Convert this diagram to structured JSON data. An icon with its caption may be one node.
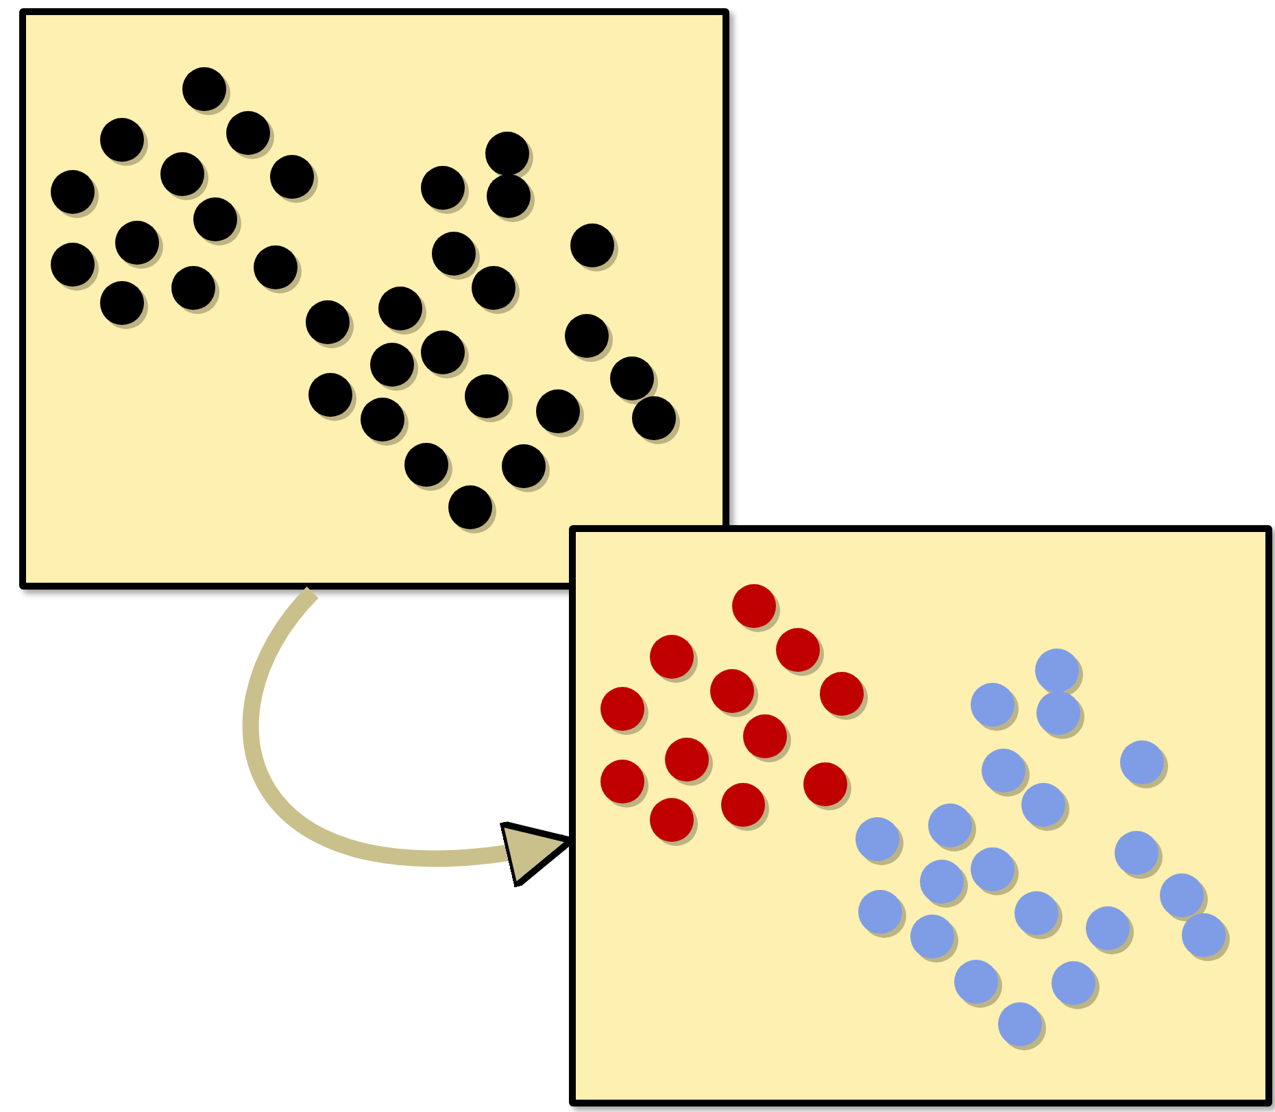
{
  "diagram": {
    "nodes": [
      {
        "text": [],
        "shape": "box"
      },
      {
        "text": [],
        "shape": "box"
      }
    ],
    "edges": [
      {
        "from": 0,
        "to": 1,
        "arrow": "to"
      }
    ]
  }
}
